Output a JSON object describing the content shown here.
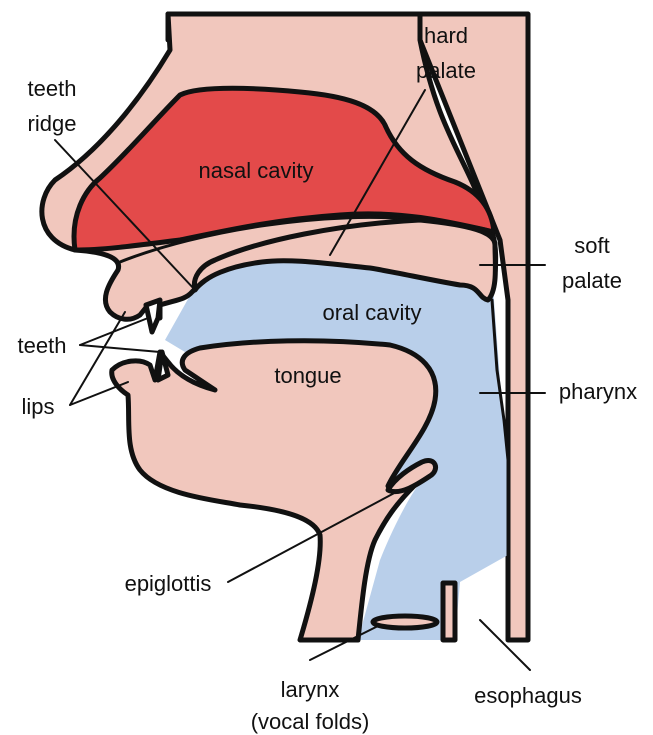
{
  "colors": {
    "tissue": "#f1c7bd",
    "nasal": "#e34a4a",
    "air": "#b9cfea",
    "ink": "#111111"
  },
  "labels": {
    "hard_palate": [
      "hard",
      "palate"
    ],
    "teeth_ridge": [
      "teeth",
      "ridge"
    ],
    "nasal_cavity": "nasal cavity",
    "soft_palate": [
      "soft",
      "palate"
    ],
    "oral_cavity": "oral cavity",
    "teeth": "teeth",
    "tongue": "tongue",
    "pharynx": "pharynx",
    "lips": "lips",
    "epiglottis": "epiglottis",
    "larynx": [
      "larynx",
      "(vocal folds)"
    ],
    "esophagus": "esophagus"
  }
}
